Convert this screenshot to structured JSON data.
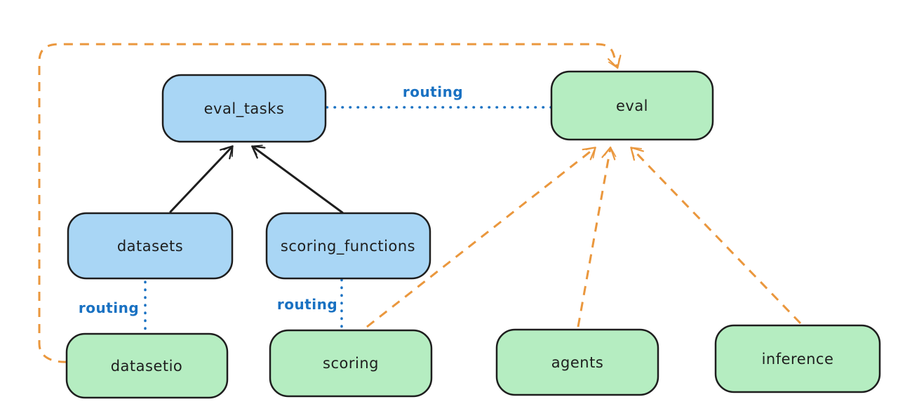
{
  "diagram": {
    "type": "architecture-diagram",
    "background": "#ffffff",
    "colors": {
      "api_fill": "#a9d6f5",
      "provider_fill": "#b5edc1",
      "node_stroke": "#1e1e1e",
      "solid_arrow": "#1e1e1e",
      "routing_blue": "#1971c2",
      "dashed_orange": "#ea973d"
    },
    "nodes": [
      {
        "id": "eval_tasks",
        "label": "eval_tasks",
        "kind": "api"
      },
      {
        "id": "eval",
        "label": "eval",
        "kind": "provider"
      },
      {
        "id": "datasets",
        "label": "datasets",
        "kind": "api"
      },
      {
        "id": "scoring_functions",
        "label": "scoring_functions",
        "kind": "api"
      },
      {
        "id": "datasetio",
        "label": "datasetio",
        "kind": "provider"
      },
      {
        "id": "scoring",
        "label": "scoring",
        "kind": "provider"
      },
      {
        "id": "agents",
        "label": "agents",
        "kind": "provider"
      },
      {
        "id": "inference",
        "label": "inference",
        "kind": "provider"
      }
    ],
    "edges": [
      {
        "from": "datasets",
        "to": "eval_tasks",
        "style": "solid-arrow"
      },
      {
        "from": "scoring_functions",
        "to": "eval_tasks",
        "style": "solid-arrow"
      },
      {
        "from": "eval_tasks",
        "to": "eval",
        "style": "dotted",
        "label": "routing"
      },
      {
        "from": "datasets",
        "to": "datasetio",
        "style": "dotted",
        "label": "routing"
      },
      {
        "from": "scoring_functions",
        "to": "scoring",
        "style": "dotted",
        "label": "routing"
      },
      {
        "from": "datasetio",
        "to": "eval",
        "style": "dashed-arrow"
      },
      {
        "from": "scoring",
        "to": "eval",
        "style": "dashed-arrow"
      },
      {
        "from": "agents",
        "to": "eval",
        "style": "dashed-arrow"
      },
      {
        "from": "inference",
        "to": "eval",
        "style": "dashed-arrow"
      }
    ]
  }
}
